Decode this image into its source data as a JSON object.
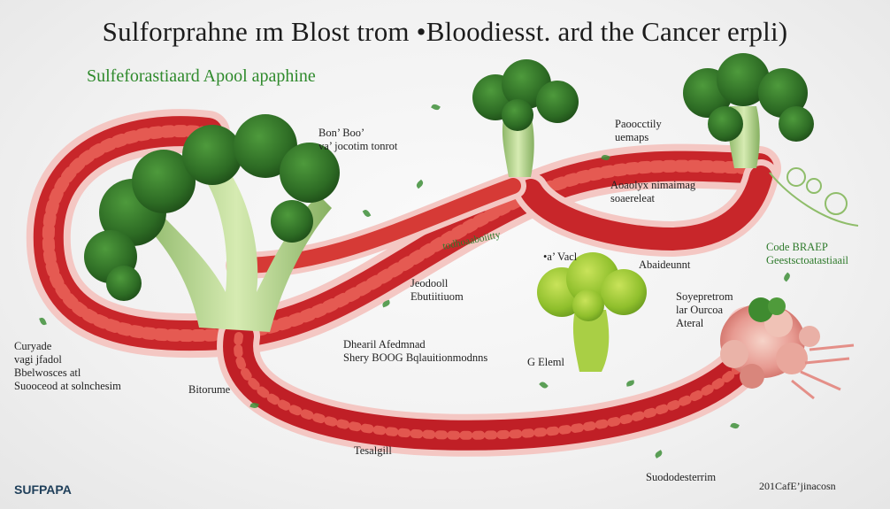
{
  "title": "Sulforprahne ɪm Blost trom •Bloodiesst. ard the Cancer erpli)",
  "subtitle": "Sulfeforastiaard Apool apaphine",
  "labels": {
    "l1": "Bon’ Boo’\nva’ jocotim tonrot",
    "l2": "Paoocctily\nuemaps",
    "l3": "Aoaolyx nimaimag\nsoaereleat",
    "l4": "Code BRAEP\nGeestsctoatastiaail",
    "l5": "Abaideunnt",
    "l6": "•a’ Vacl",
    "l7": "todhoaaboiitty",
    "l8": "Jeodooll\nEbutiitiuom",
    "l9": "Dhearil Afedmnad\nShery BOOG Bqlauitionmodnns",
    "l10": "Soyepretrom\nlar Ourcoa\nAteral",
    "l11": "G Eleml",
    "l12": "Curyade\nvagi jfadol\nBbelwosces atl\nSuooceod at solnchesim",
    "l13": "Bitorume",
    "l14": "Tesalgill",
    "l15": "Suododesterrim"
  },
  "corner_left": "SUFPAPA",
  "corner_right": "201CafE’jinacosn"
}
